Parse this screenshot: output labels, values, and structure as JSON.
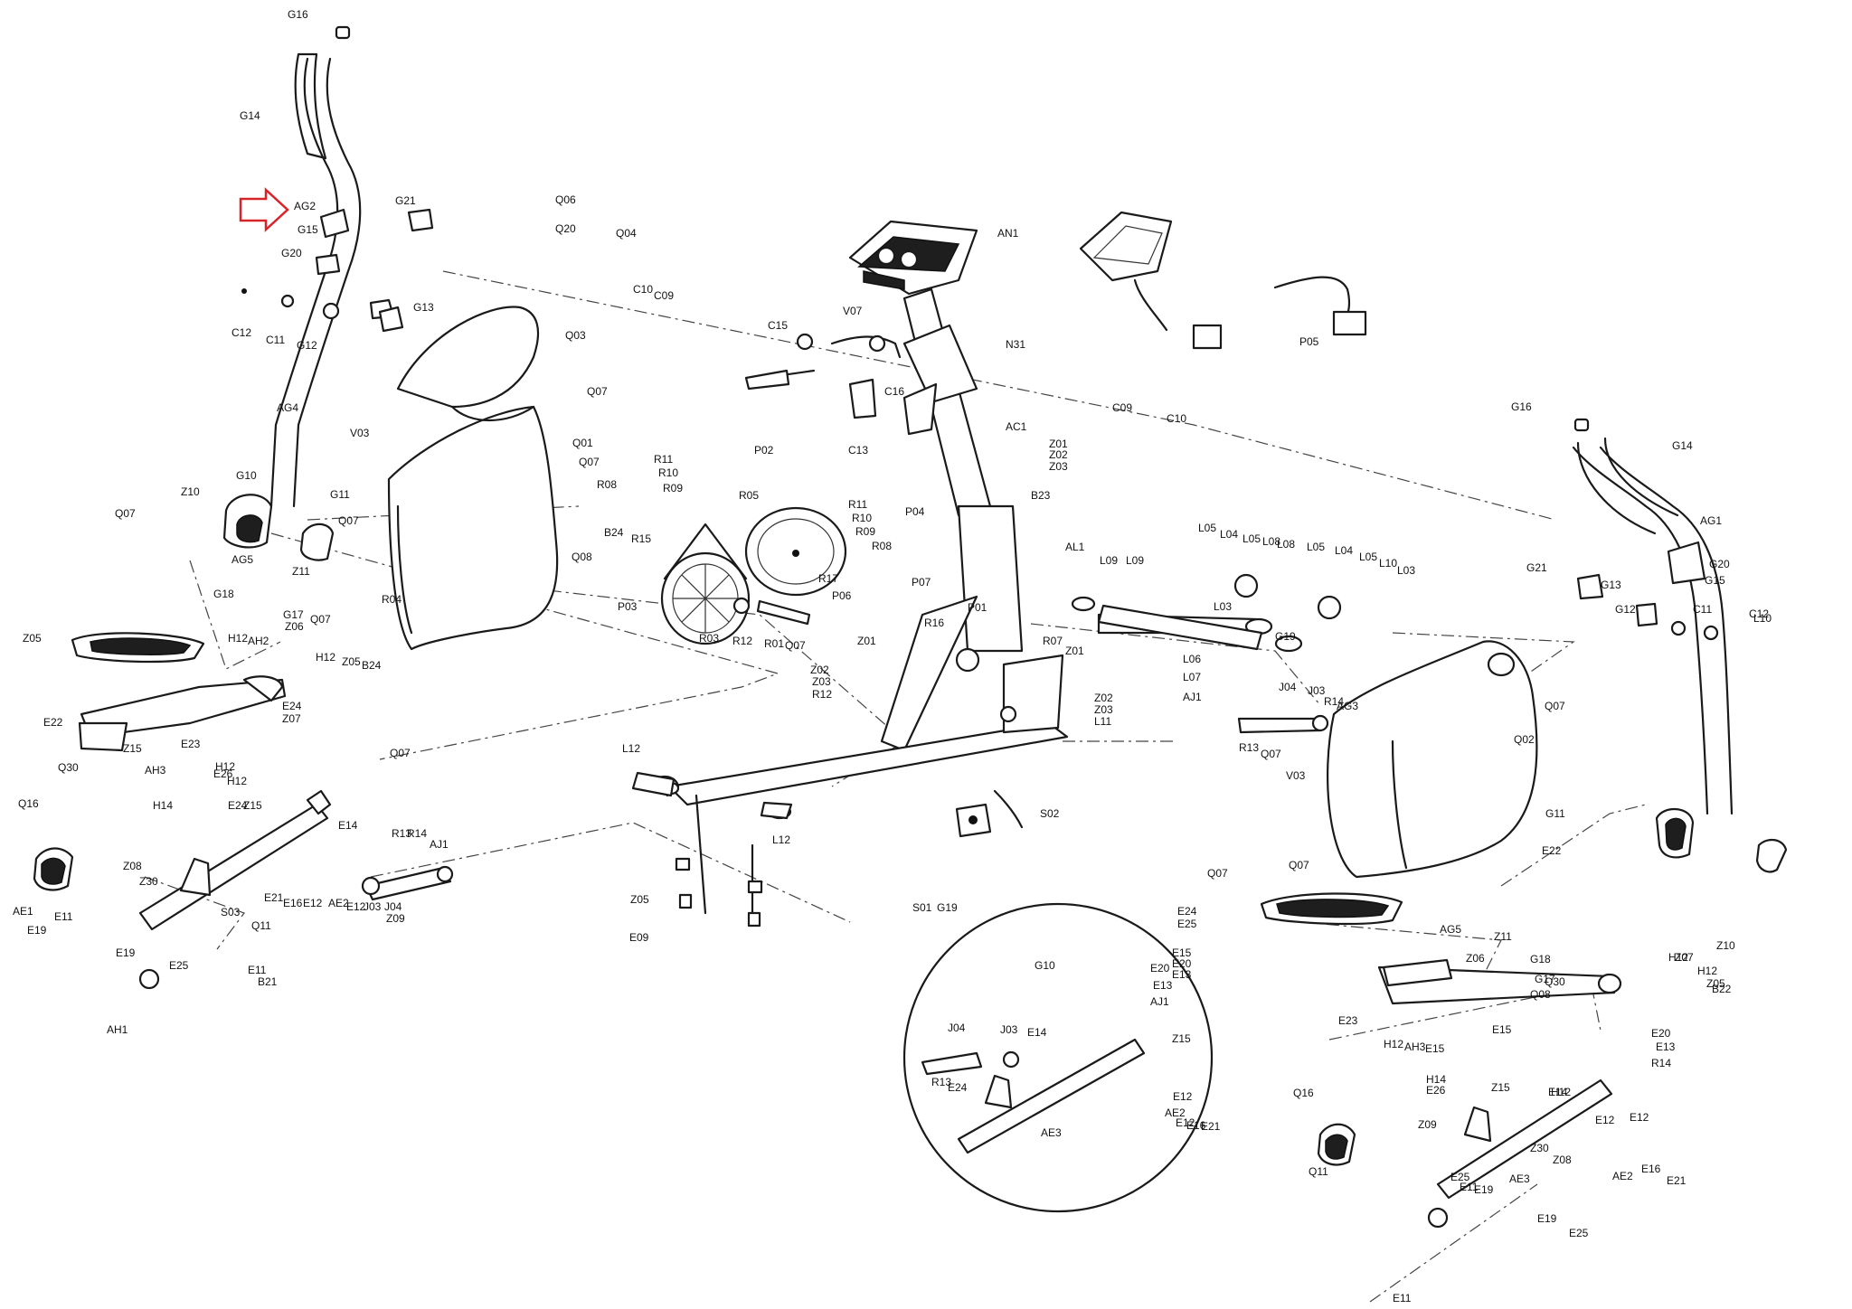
{
  "diagram": {
    "accent_color": "#d8232a",
    "line_color": "#1a1a1a",
    "arrow_target": "AG2",
    "icons": [
      "red-outline-arrow-icon"
    ],
    "labels": [
      "G16",
      "G14",
      "AG2",
      "G21",
      "Q06",
      "Q20",
      "Q04",
      "G15",
      "G20",
      "G13",
      "C10",
      "C09",
      "Q03",
      "AN1",
      "V07",
      "N31",
      "P05",
      "C12",
      "C11",
      "G12",
      "C15",
      "Q07",
      "AG4",
      "V03",
      "Q01",
      "C16",
      "AC1",
      "C09",
      "C10",
      "P02",
      "C13",
      "Z01",
      "Z02",
      "Z03",
      "R11",
      "R10",
      "R09",
      "R08",
      "Q07",
      "G10",
      "G11",
      "Z10",
      "R05",
      "R11",
      "R10",
      "R09",
      "R08",
      "B23",
      "P04",
      "Q07",
      "Q07",
      "B24",
      "R15",
      "R17",
      "G16",
      "G14",
      "AG1",
      "G20",
      "G15",
      "G21",
      "G13",
      "G12",
      "C11",
      "C12",
      "L10",
      "L05",
      "L04",
      "L05",
      "L08",
      "L08",
      "L05",
      "L04",
      "L05",
      "L10",
      "L03",
      "AL1",
      "L09",
      "L09",
      "L03",
      "G19",
      "AG5",
      "Z11",
      "G18",
      "G17",
      "Z06",
      "Q07",
      "R04",
      "P03",
      "P07",
      "P06",
      "P01",
      "R16",
      "R03",
      "R12",
      "R01",
      "Q07",
      "Q08",
      "Z05",
      "H12",
      "AH2",
      "E22",
      "E24",
      "Z07",
      "H12",
      "Z05",
      "B24",
      "Z01",
      "Z02",
      "Z03",
      "R12",
      "R07",
      "Z01",
      "Z02",
      "Z03",
      "L11",
      "L06",
      "L07",
      "AJ1",
      "J04",
      "J03",
      "R14",
      "R13",
      "Q07",
      "V03",
      "AG3",
      "Q07",
      "Q02",
      "Q30",
      "Z15",
      "E23",
      "AH3",
      "H12",
      "E26",
      "H12",
      "Z15",
      "E24",
      "H14",
      "L12",
      "Q07",
      "L12",
      "E15",
      "E20",
      "E13",
      "Q16",
      "E14",
      "R13",
      "R14",
      "AJ1",
      "S02",
      "G10",
      "G11",
      "Z10",
      "Q07",
      "Z08",
      "Z30",
      "E21",
      "E16",
      "E12",
      "AE2",
      "E12",
      "J03",
      "J04",
      "Z09",
      "Q11",
      "AE1",
      "S03",
      "S01",
      "G19",
      "Z06",
      "AG5",
      "Z11",
      "G18",
      "G17",
      "Q08",
      "Q07",
      "E22",
      "E24",
      "E25",
      "E11",
      "E19",
      "E19",
      "E25",
      "E11",
      "B21",
      "Z05",
      "H12",
      "Z07",
      "H12",
      "Z05",
      "B22",
      "E09",
      "AH1",
      "Q30",
      "E23",
      "E15",
      "E20",
      "E13",
      "AJ1",
      "J04",
      "J03",
      "E14",
      "Z15",
      "H12",
      "AH3",
      "E15",
      "E20",
      "E13",
      "R14",
      "R13",
      "E24",
      "H14",
      "E26",
      "Z15",
      "H12",
      "E14",
      "E12",
      "AE2",
      "E12",
      "E16",
      "E21",
      "AE3",
      "Q16",
      "Z09",
      "E12",
      "E12",
      "Z30",
      "Z08",
      "AE2",
      "E16",
      "E21",
      "Q11",
      "AE3",
      "E25",
      "E11",
      "E19",
      "E19",
      "E25",
      "E11",
      "E09"
    ]
  }
}
